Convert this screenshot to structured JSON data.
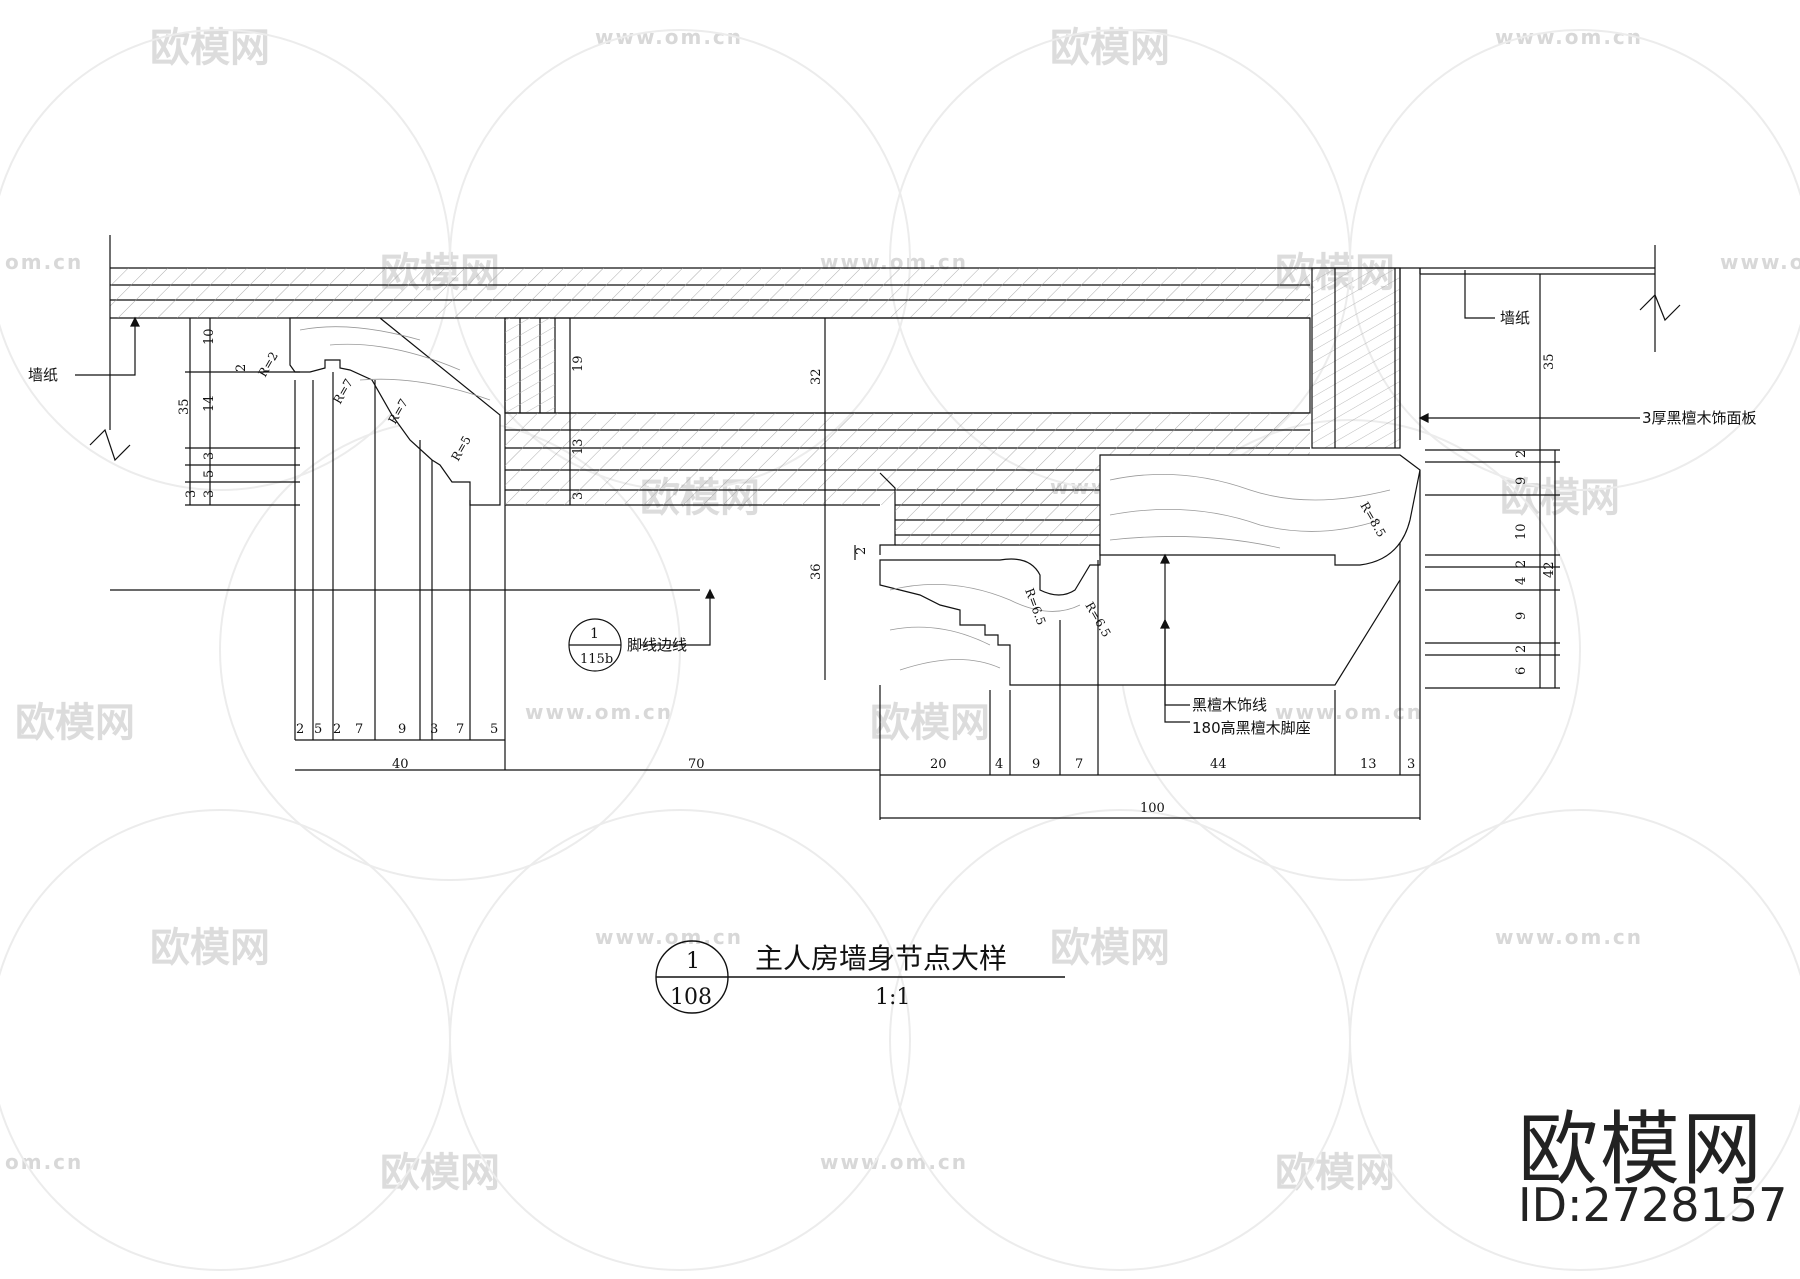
{
  "title": {
    "text": "主人房墙身节点大样",
    "scale": "1:1",
    "ref_number": "1",
    "ref_sheet": "108"
  },
  "section_ref": {
    "number": "1",
    "sheet": "115b",
    "label": "脚线边线"
  },
  "labels": {
    "wallpaper_left": "墙纸",
    "wallpaper_right": "墙纸",
    "panel": "3厚黑檀木饰面板",
    "trim": "黑檀木饰线",
    "base": "180高黑檀木脚座"
  },
  "radii": [
    "R=2",
    "R=7",
    "R=7",
    "R=5",
    "R=6.5",
    "R=6.5",
    "R=8.5"
  ],
  "dims": {
    "left_vertical": [
      "10",
      "2",
      "35",
      "14",
      "3",
      "5",
      "3",
      "3"
    ],
    "center_vertical": [
      "19",
      "32",
      "13",
      "3",
      "2",
      "36"
    ],
    "right_vertical": [
      "35",
      "2",
      "9",
      "10",
      "2",
      "4",
      "42",
      "9",
      "2",
      "6"
    ],
    "bottom_row1_left": [
      "2",
      "5",
      "2",
      "7",
      "9",
      "3",
      "7",
      "5"
    ],
    "bottom_row1_right": [
      "20",
      "4",
      "9",
      "7",
      "44",
      "13",
      "3"
    ],
    "bottom_row2": [
      "40",
      "70"
    ],
    "bottom_row3": [
      "100"
    ]
  },
  "watermark": {
    "brand": "欧模网",
    "url": "www.om.cn",
    "url_partial": "om.cn",
    "id": "ID:2728157"
  }
}
